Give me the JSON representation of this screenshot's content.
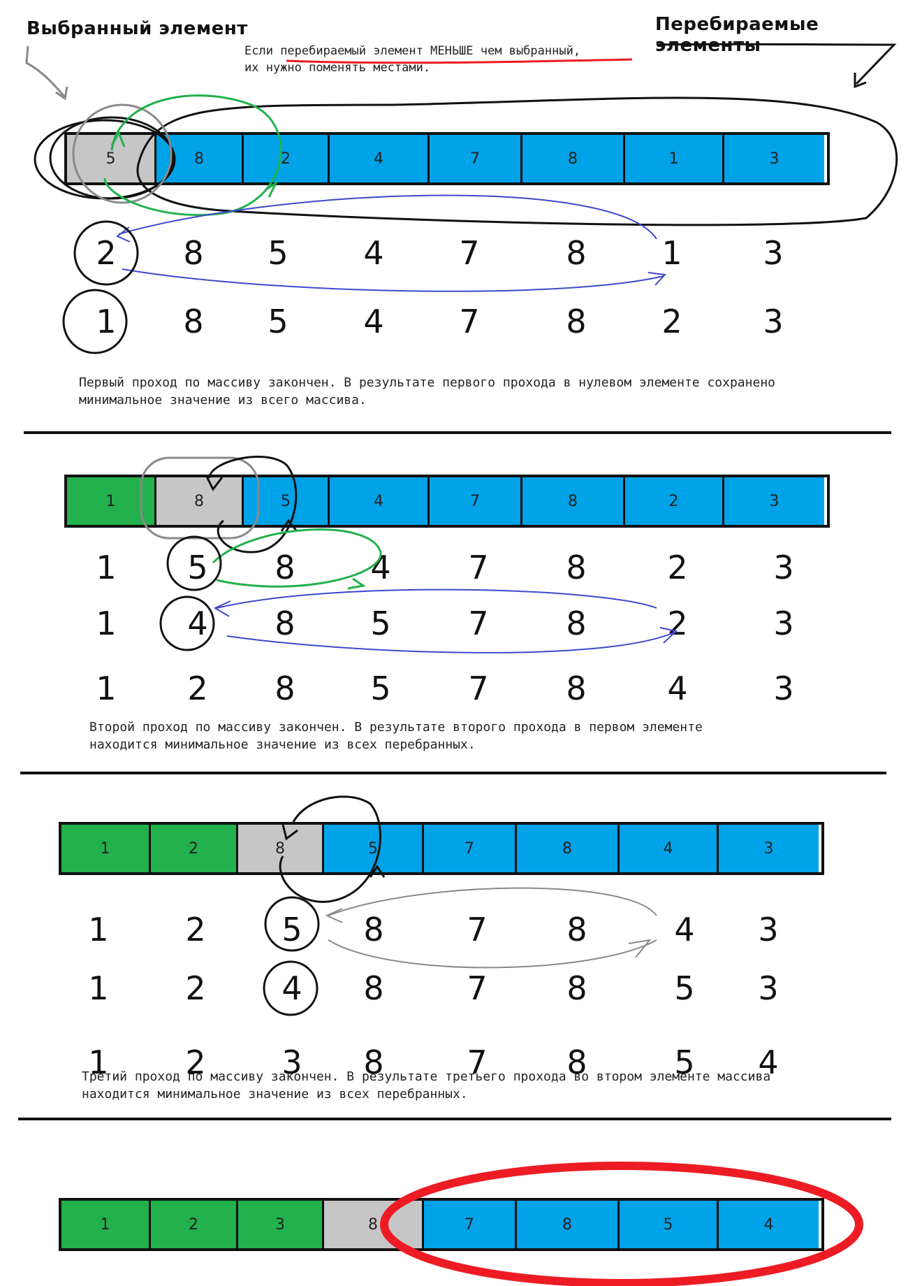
{
  "colors": {
    "selected": "#c6c6c6",
    "iterated": "#00a2e8",
    "sorted": "#22b14c",
    "border": "#111111",
    "swap_green": "#22b14c",
    "swap_blue": "#3f48cc",
    "swap_gray": "#8a8a8a",
    "highlight_red": "#ed1c24"
  },
  "header": {
    "selected_label": "Выбранный элемент",
    "iterated_label": "Перебираемые элементы"
  },
  "rule_note": {
    "line1_pre": "Если ",
    "line1_hl": "перебираемый элемент МЕНЬШЕ чем выбранный",
    "line1_post": ",",
    "line2": "их нужно поменять местами."
  },
  "passes": [
    {
      "array": {
        "values": [
          "5",
          "8",
          "2",
          "4",
          "7",
          "8",
          "1",
          "3"
        ],
        "states": [
          "selected",
          "iterated",
          "iterated",
          "iterated",
          "iterated",
          "iterated",
          "iterated",
          "iterated"
        ]
      },
      "rows": [
        [
          "2",
          "8",
          "5",
          "4",
          "7",
          "8",
          "1",
          "3"
        ],
        [
          "1",
          "8",
          "5",
          "4",
          "7",
          "8",
          "2",
          "3"
        ]
      ],
      "text": [
        "Первый проход по массиву закончен. В результате первого прохода в нулевом элементе сохранено",
        "минимальное значение из всего массива."
      ]
    },
    {
      "array": {
        "values": [
          "1",
          "8",
          "5",
          "4",
          "7",
          "8",
          "2",
          "3"
        ],
        "states": [
          "sorted",
          "selected",
          "iterated",
          "iterated",
          "iterated",
          "iterated",
          "iterated",
          "iterated"
        ]
      },
      "rows": [
        [
          "1",
          "5",
          "8",
          "4",
          "7",
          "8",
          "2",
          "3"
        ],
        [
          "1",
          "4",
          "8",
          "5",
          "7",
          "8",
          "2",
          "3"
        ],
        [
          "1",
          "2",
          "8",
          "5",
          "7",
          "8",
          "4",
          "3"
        ]
      ],
      "text": [
        "Второй проход по массиву закончен. В результате второго прохода в первом элементе",
        "находится минимальное значение из всех перебранных."
      ]
    },
    {
      "array": {
        "values": [
          "1",
          "2",
          "8",
          "5",
          "7",
          "8",
          "4",
          "3"
        ],
        "states": [
          "sorted",
          "sorted",
          "selected",
          "iterated",
          "iterated",
          "iterated",
          "iterated",
          "iterated"
        ]
      },
      "rows": [
        [
          "1",
          "2",
          "5",
          "8",
          "7",
          "8",
          "4",
          "3"
        ],
        [
          "1",
          "2",
          "4",
          "8",
          "7",
          "8",
          "5",
          "3"
        ],
        [
          "1",
          "2",
          "3",
          "8",
          "7",
          "8",
          "5",
          "4"
        ]
      ],
      "text": [
        "Третий проход по массиву закончен. В результате третьего прохода во втором элементе массива",
        "находится минимальное значение из всех перебранных."
      ]
    },
    {
      "array": {
        "values": [
          "1",
          "2",
          "3",
          "8",
          "7",
          "8",
          "5",
          "4"
        ],
        "states": [
          "sorted",
          "sorted",
          "sorted",
          "selected",
          "iterated",
          "iterated",
          "iterated",
          "iterated"
        ]
      }
    }
  ]
}
